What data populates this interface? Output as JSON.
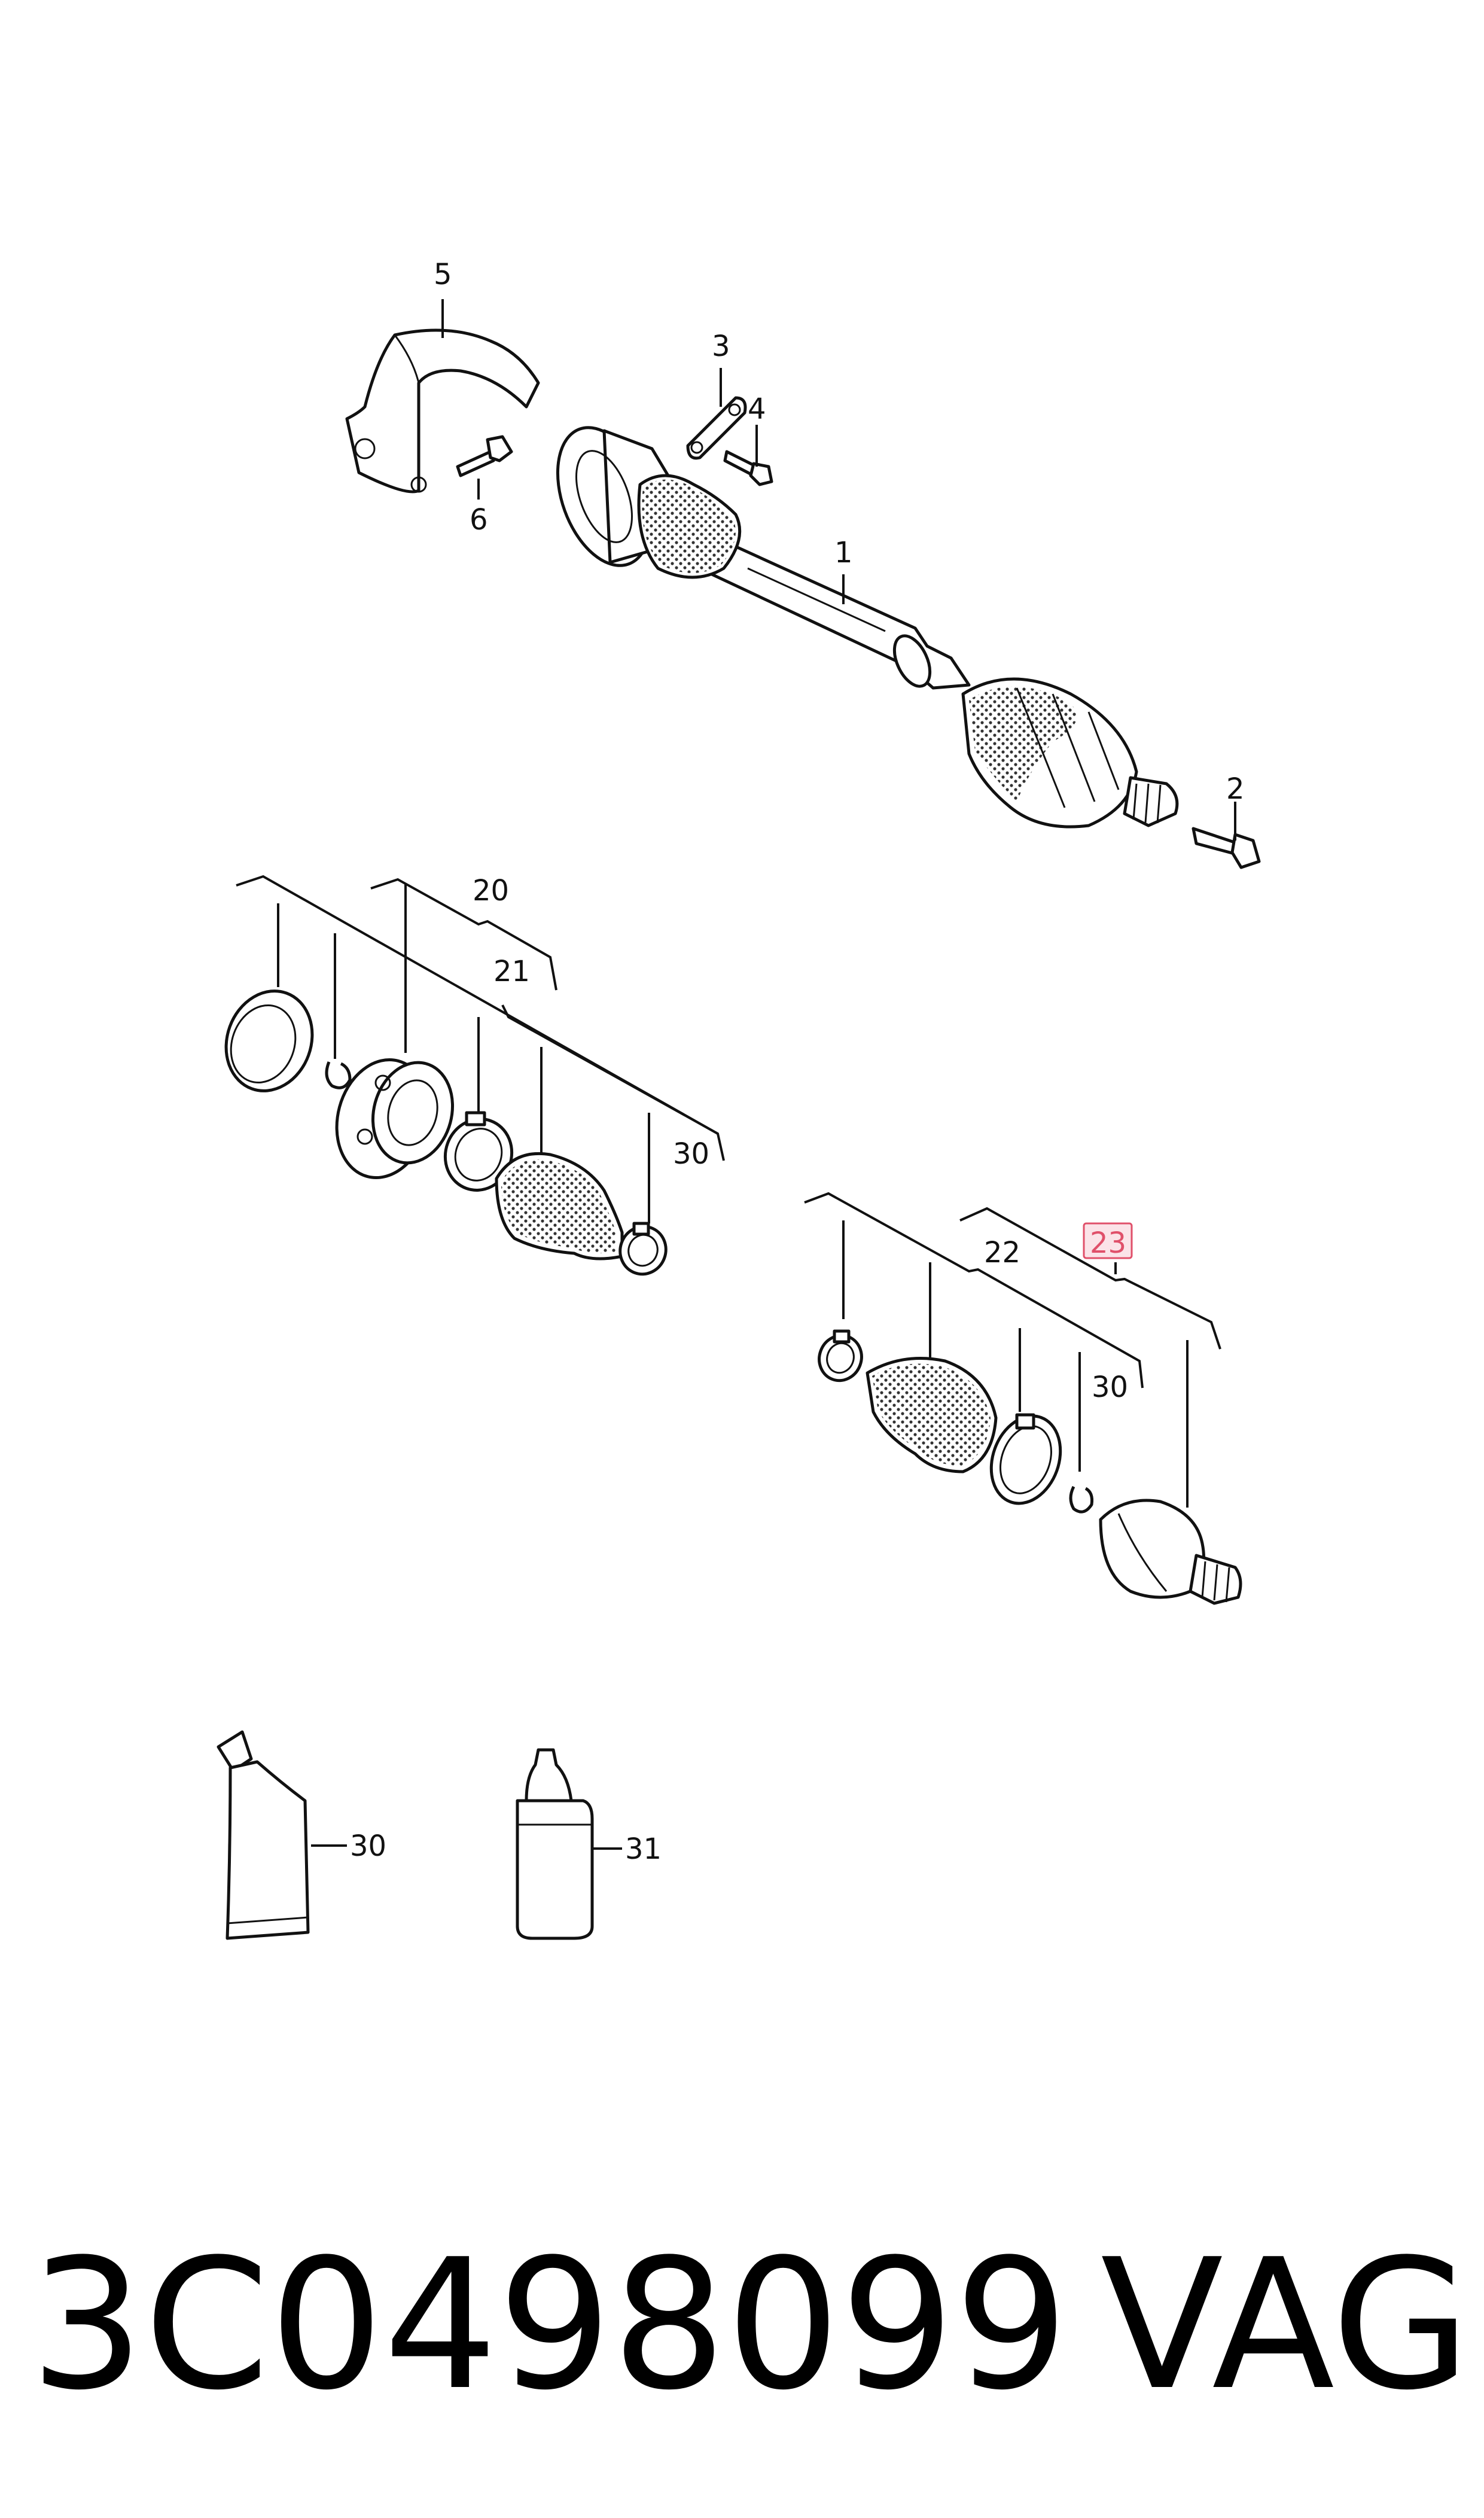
{
  "labels": {
    "p1": "1",
    "p2": "2",
    "p3": "3",
    "p4": "4",
    "p5": "5",
    "p6": "6",
    "p20": "20",
    "p21": "21",
    "p22": "22",
    "p23": "23",
    "p30a": "30",
    "p30b": "30",
    "p30c": "30",
    "p31": "31"
  },
  "footer": {
    "part_number": "3C0498099",
    "brand": "VAG"
  },
  "colors": {
    "highlight_border": "#e0506a",
    "highlight_fill": "#fbe3e8"
  }
}
